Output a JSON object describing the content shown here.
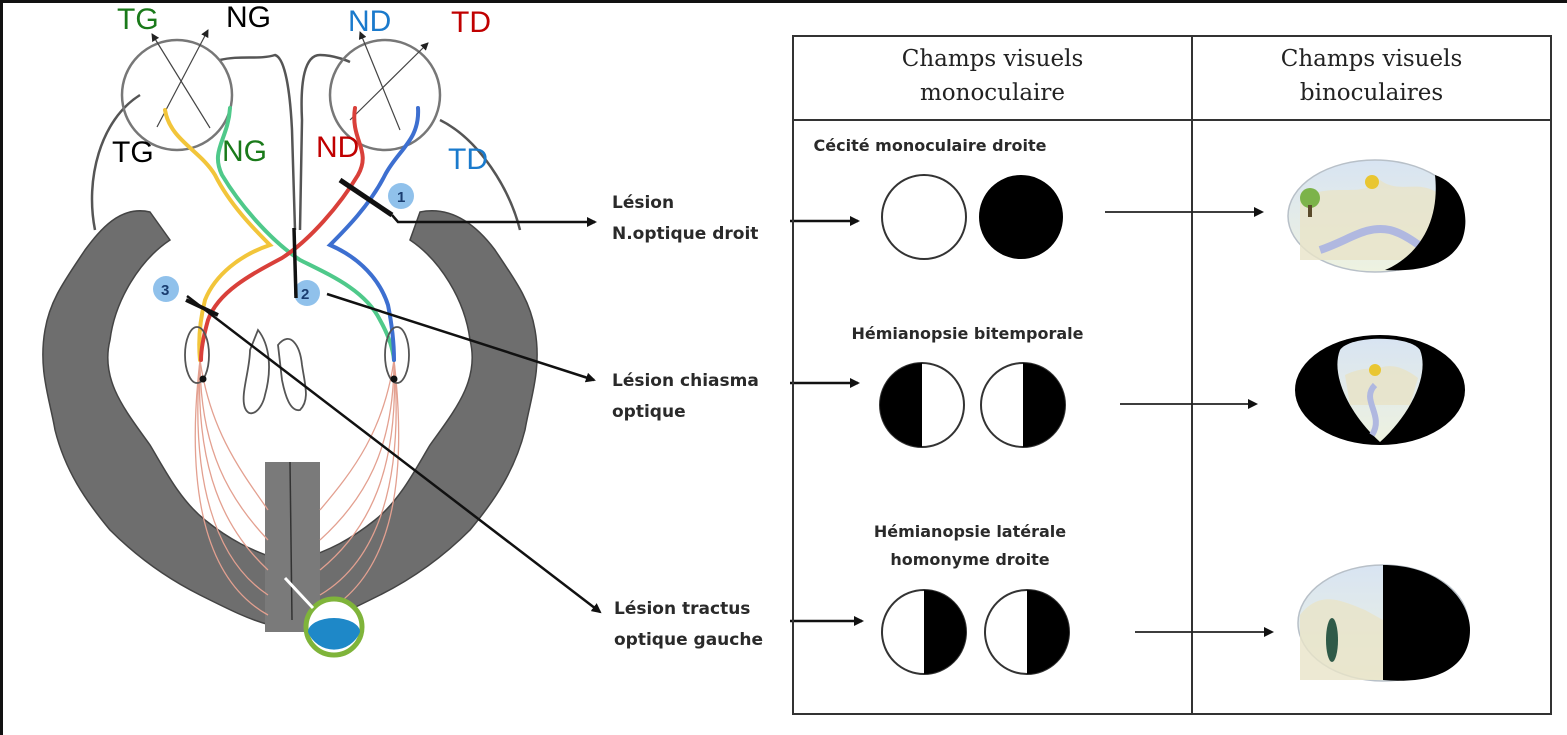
{
  "colors": {
    "temporal_left": "#1a7a1a",
    "nasal_left": "#000000",
    "nasal_right": "#1a7acc",
    "temporal_right": "#c00000",
    "fiber_yellow": "#f2c53a",
    "fiber_green": "#4fc98a",
    "fiber_red": "#d9403a",
    "fiber_blue": "#3d6fd0",
    "cortex_gray": "#6e6e6e",
    "marker_blue": "#2f8fd8"
  },
  "brain": {
    "top_labels": [
      {
        "text": "TG",
        "color": "#1a7a1a"
      },
      {
        "text": "NG",
        "color": "#000000"
      },
      {
        "text": "ND",
        "color": "#1a7acc"
      },
      {
        "text": "TD",
        "color": "#c00000"
      }
    ],
    "retina_labels": [
      {
        "text": "TG",
        "color": "#000000"
      },
      {
        "text": "NG",
        "color": "#1a7a1a"
      },
      {
        "text": "ND",
        "color": "#c00000"
      },
      {
        "text": "TD",
        "color": "#1a7acc"
      }
    ],
    "lesion_markers": [
      "1",
      "2",
      "3"
    ]
  },
  "lesions": [
    {
      "lines": [
        "Lésion",
        "N.optique droit"
      ]
    },
    {
      "lines": [
        "Lésion chiasma",
        "optique"
      ]
    },
    {
      "lines": [
        "Lésion tractus",
        "optique gauche"
      ]
    }
  ],
  "table": {
    "headers": [
      [
        "Champs visuels",
        "monoculaire"
      ],
      [
        "Champs visuels",
        "binoculaires"
      ]
    ],
    "rows": [
      {
        "title_lines": [
          "Cécité monoculaire droite"
        ],
        "left_eye": "intact",
        "right_eye": "blind",
        "binocular": "right-temporal-crescent-lost"
      },
      {
        "title_lines": [
          "Hémianopsie bitemporale"
        ],
        "left_eye": "left-half-blind",
        "right_eye": "right-half-blind",
        "binocular": "both-temporal-lost"
      },
      {
        "title_lines": [
          "Hémianopsie latérale",
          "homonyme droite"
        ],
        "left_eye": "right-half-blind",
        "right_eye": "right-half-blind",
        "binocular": "right-half-lost"
      }
    ]
  }
}
